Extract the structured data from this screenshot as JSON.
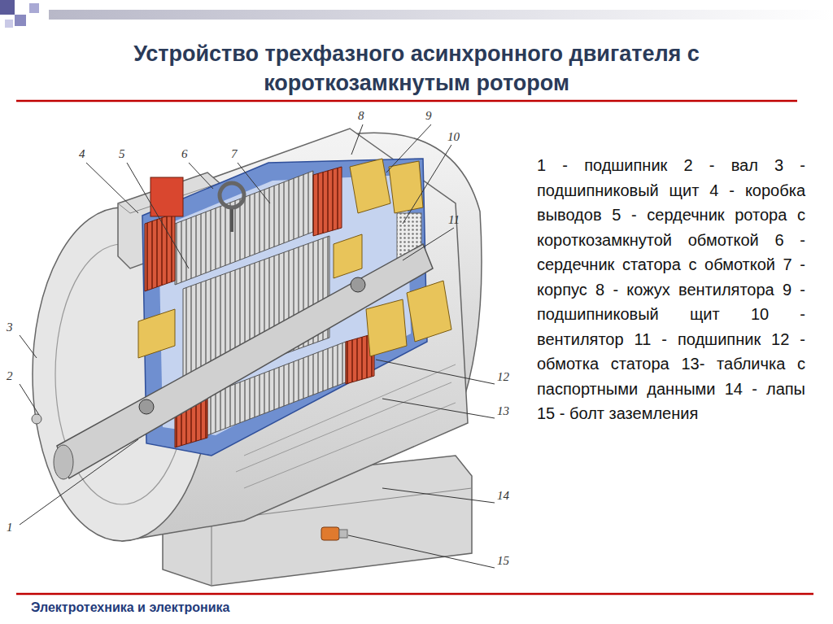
{
  "diagram": {
    "title": "Устройство трехфазного асинхронного двигателя с короткозамкнутым ротором",
    "labels": [
      "8",
      "9",
      "10",
      "4",
      "5",
      "6",
      "7",
      "11",
      "3",
      "2",
      "12",
      "13",
      "14",
      "1",
      "15",
      "1 - подшипник 2 - вал 3 - подшипниковый щит 4 - коробка выводов 5 - сердечник ротора с короткозамкнутой обмоткой 6 - сердечник статора с обмоткой 7 - корпус 8 - кожух вентилятора 9 - подшипниковый щит 10 - вентилятор 11 - подшипник 12 - обмотка статора 13- табличка с паспортными данными 14 - лапы 15 - болт заземления",
      "Электротехника и электроника"
    ]
  }
}
